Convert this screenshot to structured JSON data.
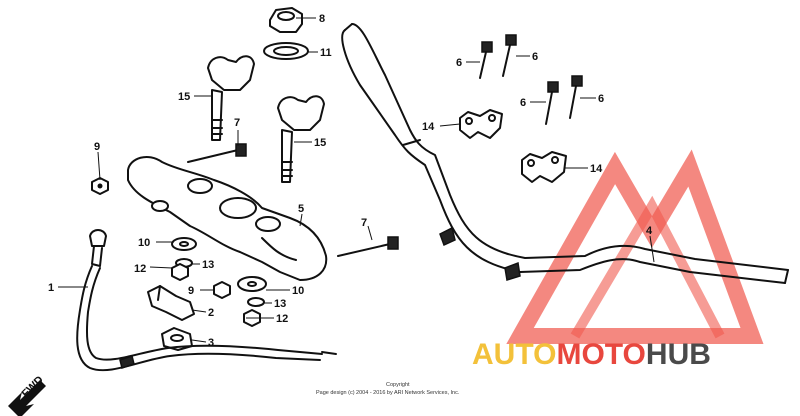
{
  "callouts": [
    {
      "id": "c8",
      "label": "8"
    },
    {
      "id": "c11",
      "label": "11"
    },
    {
      "id": "c15a",
      "label": "15"
    },
    {
      "id": "c15b",
      "label": "15"
    },
    {
      "id": "c7a",
      "label": "7"
    },
    {
      "id": "c7b",
      "label": "7"
    },
    {
      "id": "c9a",
      "label": "9"
    },
    {
      "id": "c9b",
      "label": "9"
    },
    {
      "id": "c5",
      "label": "5"
    },
    {
      "id": "c10a",
      "label": "10"
    },
    {
      "id": "c10b",
      "label": "10"
    },
    {
      "id": "c12a",
      "label": "12"
    },
    {
      "id": "c12b",
      "label": "12"
    },
    {
      "id": "c13a",
      "label": "13"
    },
    {
      "id": "c13b",
      "label": "13"
    },
    {
      "id": "c1",
      "label": "1"
    },
    {
      "id": "c2",
      "label": "2"
    },
    {
      "id": "c3",
      "label": "3"
    },
    {
      "id": "c4",
      "label": "4"
    },
    {
      "id": "c14a",
      "label": "14"
    },
    {
      "id": "c14b",
      "label": "14"
    },
    {
      "id": "c6a",
      "label": "6"
    },
    {
      "id": "c6b",
      "label": "6"
    },
    {
      "id": "c6c",
      "label": "6"
    },
    {
      "id": "c6d",
      "label": "6"
    }
  ],
  "fwd_label": "FWD",
  "copyright": {
    "line1": "Copyright",
    "line2": "Page design (c) 2004 - 2016 by ARI Network Services, Inc."
  },
  "watermark": {
    "part1": "AUTO",
    "part2": "MOTO",
    "part3": "HUB",
    "colors": {
      "triangle": "#f05a4f",
      "gold": "#f3c13a",
      "red": "#e8473e",
      "dark": "#4a4a4a"
    }
  }
}
